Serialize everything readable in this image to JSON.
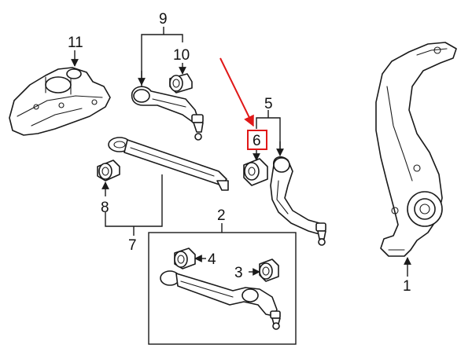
{
  "labels": {
    "p1": "1",
    "p2": "2",
    "p3": "3",
    "p4": "4",
    "p5": "5",
    "p6": "6",
    "p7": "7",
    "p8": "8",
    "p9": "9",
    "p10": "10",
    "p11": "11"
  },
  "colors": {
    "line": "#1a1a1a",
    "highlight": "#e01818",
    "background": "#ffffff"
  },
  "icons": {
    "pointer": "red-arrow-icon"
  }
}
